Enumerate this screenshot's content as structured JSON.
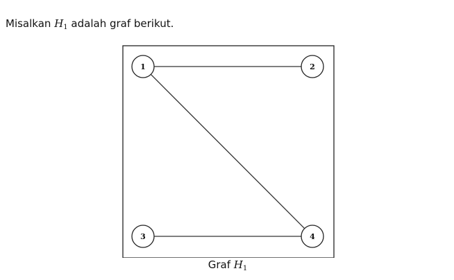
{
  "intro": {
    "prefix": "Misalkan ",
    "graph_symbol": "H",
    "graph_subscript": "1",
    "suffix": " adalah graf berikut."
  },
  "graph": {
    "nodes": [
      {
        "id": "1",
        "label": "1"
      },
      {
        "id": "2",
        "label": "2"
      },
      {
        "id": "3",
        "label": "3"
      },
      {
        "id": "4",
        "label": "4"
      }
    ],
    "edges": [
      {
        "from": "1",
        "to": "2"
      },
      {
        "from": "1",
        "to": "4"
      },
      {
        "from": "3",
        "to": "4"
      }
    ]
  },
  "caption": {
    "text": "Graf ",
    "graph_symbol": "H",
    "graph_subscript": "1"
  }
}
